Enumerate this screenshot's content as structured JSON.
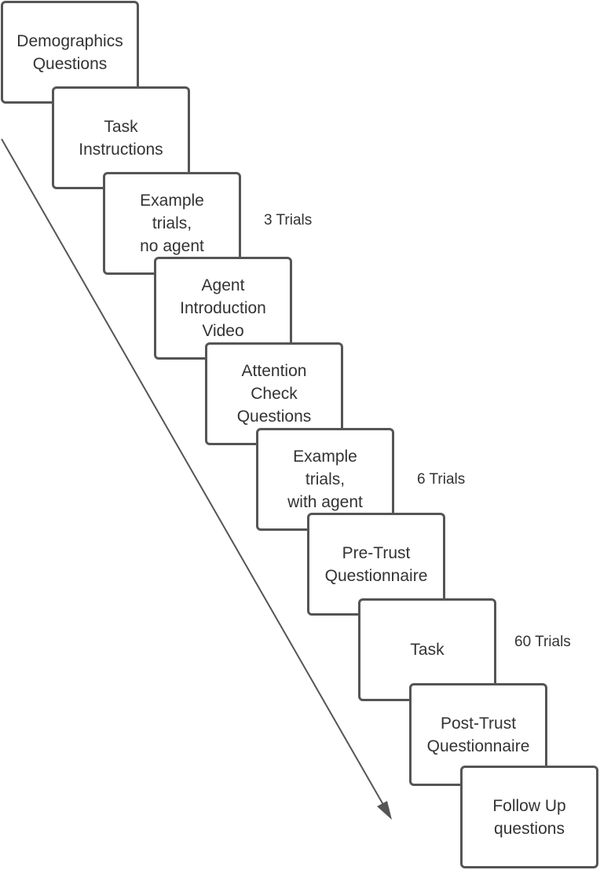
{
  "steps": [
    {
      "lines": [
        "Demographics",
        "Questions"
      ]
    },
    {
      "lines": [
        "Task",
        "Instructions"
      ]
    },
    {
      "lines": [
        "Example",
        "trials,",
        "no agent"
      ]
    },
    {
      "lines": [
        "Agent",
        "Introduction",
        "Video"
      ]
    },
    {
      "lines": [
        "Attention",
        "Check",
        "Questions"
      ]
    },
    {
      "lines": [
        "Example",
        "trials,",
        "with agent"
      ]
    },
    {
      "lines": [
        "Pre-Trust",
        "Questionnaire"
      ]
    },
    {
      "lines": [
        "Task"
      ]
    },
    {
      "lines": [
        "Post-Trust",
        "Questionnaire"
      ]
    },
    {
      "lines": [
        "Follow Up",
        "questions"
      ]
    }
  ],
  "notes": {
    "example_no_agent": "3 Trials",
    "example_with_agent": "6 Trials",
    "task": "60 Trials"
  },
  "colors": {
    "box_border": "#555555",
    "arrow": "#555555",
    "text": "#333333"
  }
}
